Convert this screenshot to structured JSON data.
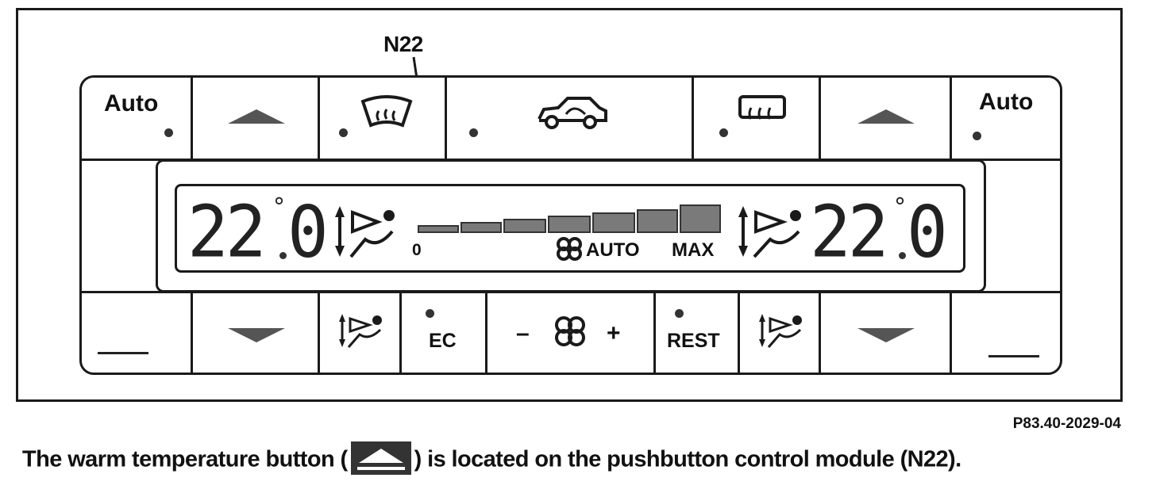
{
  "callout": {
    "label": "N22"
  },
  "module": {
    "top_row": {
      "auto_left": "Auto",
      "auto_right": "Auto"
    },
    "display": {
      "left_temp": "22",
      "left_temp_dec": "0",
      "right_temp": "22",
      "right_temp_dec": "0",
      "degree_symbol": "°",
      "fan_min_label": "0",
      "fan_auto_label": "AUTO",
      "fan_max_label": "MAX"
    },
    "bottom_row": {
      "ec_label": "EC",
      "fan_minus": "–",
      "fan_plus": "+",
      "rest_label": "REST"
    }
  },
  "reference_code": "P83.40-2029-04",
  "caption": {
    "before": "The warm temperature button (",
    "after": ") is located on the pushbutton control module (N22)."
  },
  "icons": [
    "triangle-up-icon",
    "triangle-down-icon",
    "windshield-defrost-icon",
    "car-recirculation-icon",
    "rear-defrost-icon",
    "air-distribution-icon",
    "fan-icon"
  ],
  "colors": {
    "ink": "#1a1a1a",
    "fill_gray": "#555555"
  }
}
